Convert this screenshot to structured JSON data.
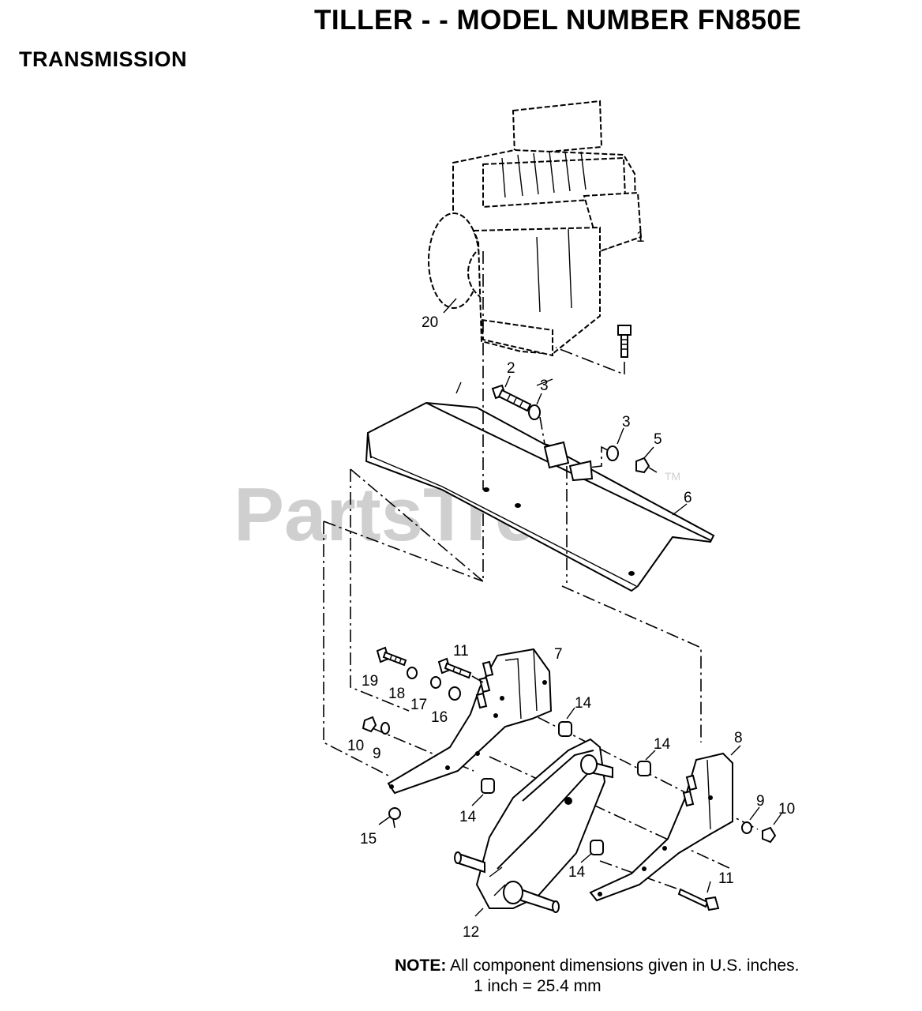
{
  "header": {
    "title": "TILLER - - MODEL NUMBER FN850E",
    "section": "TRANSMISSION"
  },
  "watermark": {
    "text": "PartsTree",
    "trademark": "TM"
  },
  "callouts": [
    "1",
    "2",
    "3",
    "3",
    "5",
    "6",
    "20",
    "7",
    "11",
    "19",
    "18",
    "17",
    "16",
    "14",
    "14",
    "8",
    "10",
    "9",
    "9",
    "10",
    "14",
    "15",
    "14",
    "11",
    "12"
  ],
  "note": {
    "label": "NOTE:",
    "line1": "All component dimensions given in U.S. inches.",
    "line2": "1 inch = 25.4 mm"
  }
}
